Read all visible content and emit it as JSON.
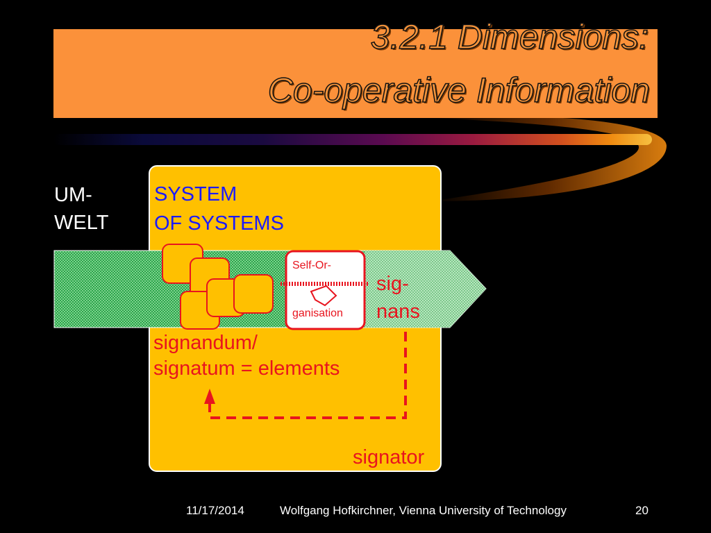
{
  "title": {
    "line1": "3.2.1 Dimensions:",
    "line2": "Co-operative Information"
  },
  "diagram": {
    "umwelt_line1": "UM-",
    "umwelt_line2": "WELT",
    "system_line1": "SYSTEM",
    "system_line2": "OF SYSTEMS",
    "self_org_line1": "Self-Or-",
    "self_org_line2": "ganisation",
    "signans_line1": "sig-",
    "signans_line2": "nans",
    "signandum_line1": "signandum/",
    "signandum_line2": "signatum = elements",
    "signator": "signator"
  },
  "colors": {
    "panel": "#ffc000",
    "band": "#2aa64a",
    "title_bar": "#fb913a",
    "accent_red": "#e8141e",
    "accent_blue": "#1a1aff"
  },
  "footer": {
    "date": "11/17/2014",
    "author": "Wolfgang Hofkirchner, Vienna University of Technology",
    "page": "20"
  }
}
